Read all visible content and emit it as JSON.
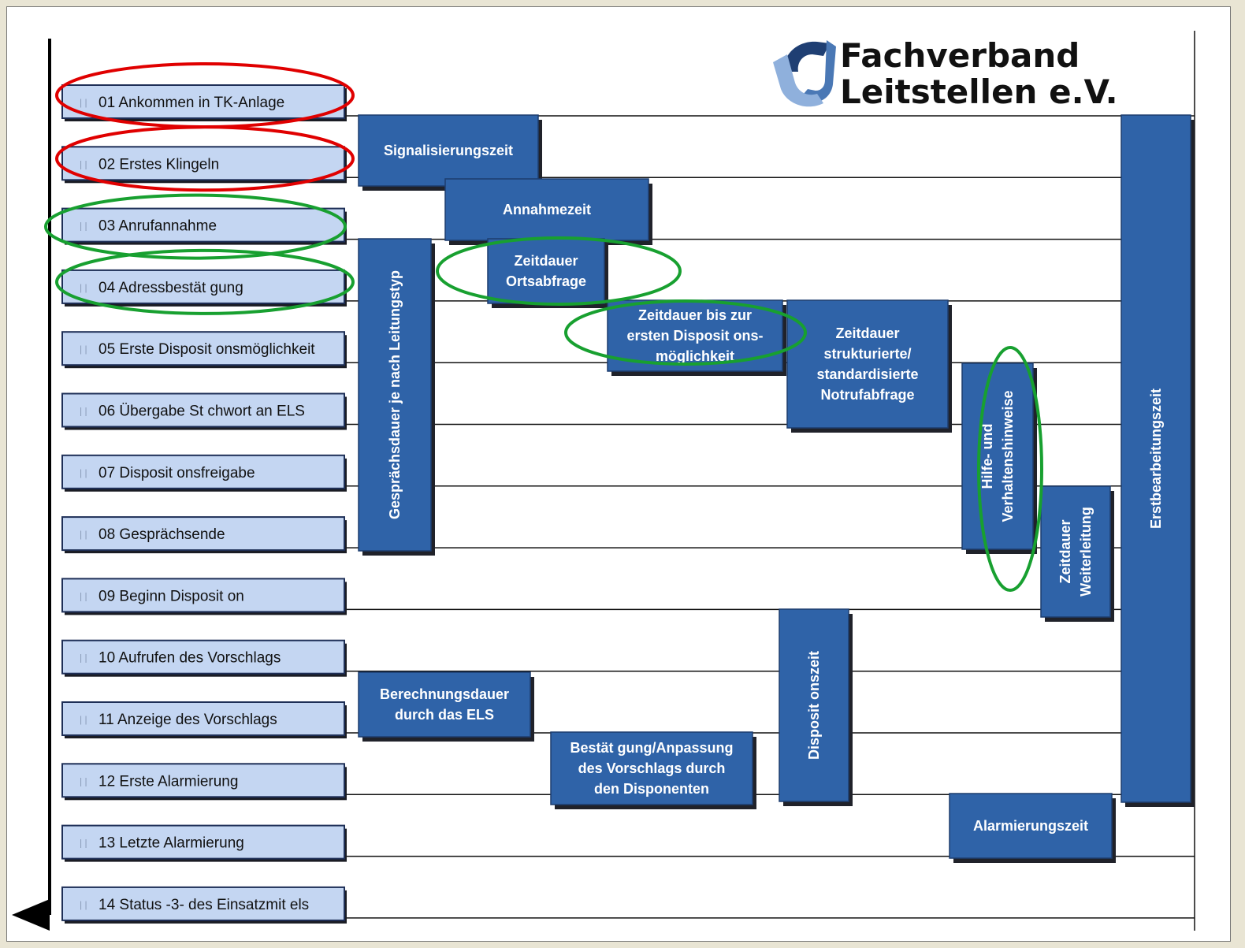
{
  "logo": {
    "line1": "Fachverband",
    "line2": "Leitstellen e.V.",
    "colors": {
      "mark_dark": "#1f3f73",
      "mark_mid": "#4a78b5",
      "mark_light": "#8fb0dc",
      "text": "#111111"
    }
  },
  "steps": [
    {
      "label": "01 Ankommen in TK-Anlage"
    },
    {
      "label": "02 Erstes Klingeln"
    },
    {
      "label": "03 Anrufannahme"
    },
    {
      "label": "04 Adressbestät gung"
    },
    {
      "label": "05 Erste Disposit onsmöglichkeit"
    },
    {
      "label": "06 Übergabe St chwort an ELS"
    },
    {
      "label": "07 Disposit onsfreigabe"
    },
    {
      "label": "08 Gesprächsende"
    },
    {
      "label": "09 Beginn Disposit on"
    },
    {
      "label": "10 Aufrufen des Vorschlags"
    },
    {
      "label": "11 Anzeige des Vorschlags"
    },
    {
      "label": "12 Erste Alarmierung"
    },
    {
      "label": "13 Letzte Alarmierung"
    },
    {
      "label": "14 Status -3- des Einsatzmit els"
    }
  ],
  "phases": [
    {
      "id": "signalisierungszeit",
      "lines": [
        "Signalisierungszeit"
      ],
      "from_step": 1,
      "to_step": 2
    },
    {
      "id": "annahmezeit",
      "lines": [
        "Annahmezeit"
      ],
      "from_step": 2,
      "to_step": 3
    },
    {
      "id": "gespraechsdauer",
      "lines": [
        "Gesprächsdauer je nach Leitungstyp"
      ],
      "from_step": 3,
      "to_step": 8
    },
    {
      "id": "ortsabfrage",
      "lines": [
        "Zeitdauer",
        "Ortsabfrage"
      ],
      "from_step": 3,
      "to_step": 4
    },
    {
      "id": "erste-dispositionsmoeglichkeit",
      "lines": [
        "Zeitdauer bis zur",
        "ersten Disposit ons-",
        "möglichkeit"
      ],
      "from_step": 4,
      "to_step": 5
    },
    {
      "id": "notrufabfrage",
      "lines": [
        "Zeitdauer",
        "strukturierte/",
        "standardisierte",
        "Notrufabfrage"
      ],
      "from_step": 4,
      "to_step": 6
    },
    {
      "id": "hilfe-verhaltenshinweise",
      "lines": [
        "Hilfe- und",
        "Verhaltenshinweise"
      ],
      "from_step": 5,
      "to_step": 8
    },
    {
      "id": "weiterleitung",
      "lines": [
        "Zeitdauer",
        "Weiterleitung"
      ],
      "from_step": 7,
      "to_step": 9
    },
    {
      "id": "erstbearbeitungszeit",
      "lines": [
        "Erstbearbeitungszeit"
      ],
      "from_step": 1,
      "to_step": 12
    },
    {
      "id": "berechnungsdauer",
      "lines": [
        "Berechnungsdauer",
        "durch das ELS"
      ],
      "from_step": 10,
      "to_step": 11
    },
    {
      "id": "bestaetigung",
      "lines": [
        "Bestät gung/Anpassung",
        "des Vorschlags durch",
        "den Disponenten"
      ],
      "from_step": 11,
      "to_step": 12
    },
    {
      "id": "dispositionszeit",
      "lines": [
        "Disposit onszeit"
      ],
      "from_step": 9,
      "to_step": 12
    },
    {
      "id": "alarmierungszeit",
      "lines": [
        "Alarmierungszeit"
      ],
      "from_step": 12,
      "to_step": 13
    }
  ],
  "highlights": [
    {
      "target": "step-01",
      "color": "red"
    },
    {
      "target": "step-02",
      "color": "red"
    },
    {
      "target": "step-03",
      "color": "green"
    },
    {
      "target": "step-04",
      "color": "green"
    },
    {
      "target": "phase-ortsabfrage",
      "color": "green"
    },
    {
      "target": "phase-erste-dispositionsmoeglichkeit",
      "color": "green"
    },
    {
      "target": "phase-hilfe-verhaltenshinweise",
      "color": "green"
    }
  ],
  "colors": {
    "phase_fill": "#2f63a8",
    "step_fill": "#c4d6f2",
    "highlight_red": "#e00000",
    "highlight_green": "#18a030",
    "page_border": "#e9e5d4"
  }
}
